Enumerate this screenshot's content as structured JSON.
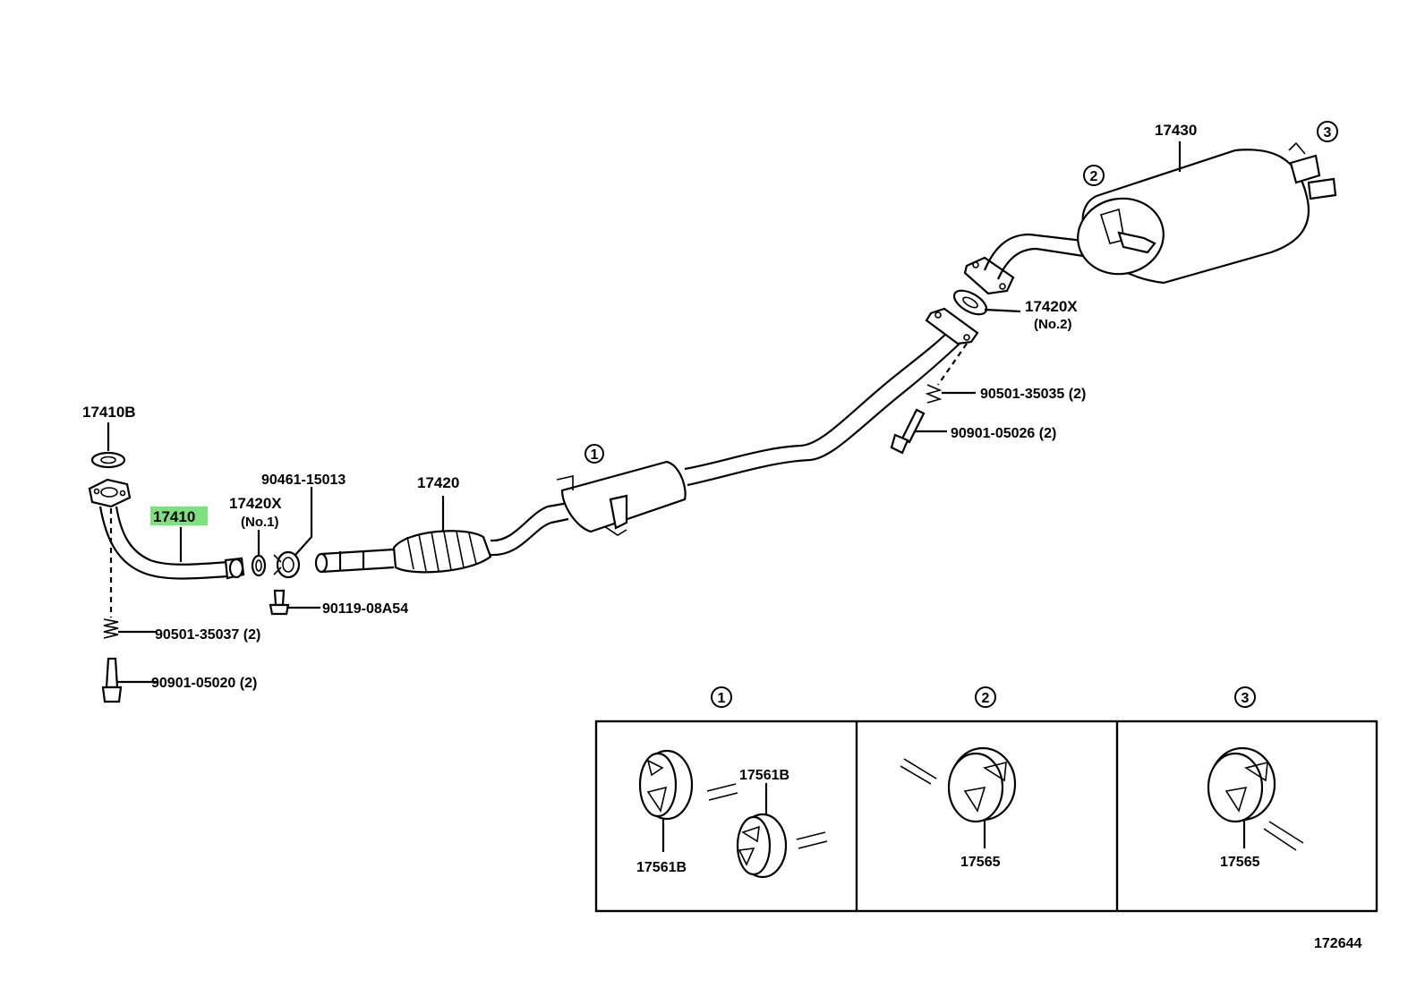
{
  "diagram": {
    "highlight_color": "#7fe07f",
    "labels": {
      "p17410B": "17410B",
      "p17410": "17410",
      "p17420X_1": "17420X",
      "p17420X_1_sub": "(No.1)",
      "p90461": "90461-15013",
      "p17420": "17420",
      "p90119": "90119-08A54",
      "p90501_37": "90501-35037 (2)",
      "p90901_20": "90901-05020 (2)",
      "p17430": "17430",
      "p17420X_2": "17420X",
      "p17420X_2_sub": "(No.2)",
      "p90501_35": "90501-35035 (2)",
      "p90901_26": "90901-05026 (2)",
      "callout1": "1",
      "callout2": "2",
      "callout3": "3"
    },
    "detail_panels": {
      "panel1": {
        "number": "1",
        "label_a": "17561B",
        "label_b": "17561B"
      },
      "panel2": {
        "number": "2",
        "label": "17565"
      },
      "panel3": {
        "number": "3",
        "label": "17565"
      }
    },
    "figure_number": "172644"
  }
}
